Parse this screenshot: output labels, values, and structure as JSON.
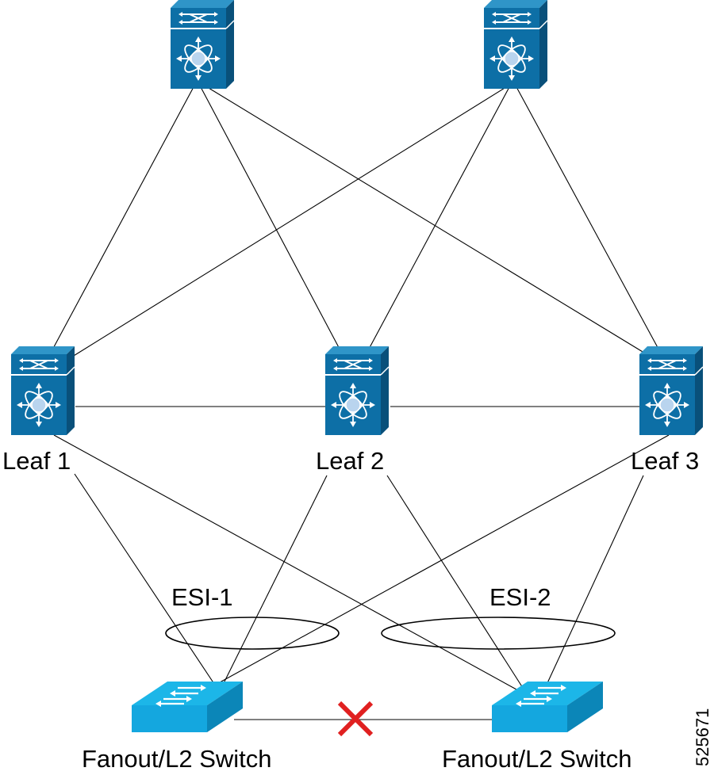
{
  "colors": {
    "switch_front": "#0d6fa6",
    "switch_top": "#2f95c8",
    "switch_side": "#09507a",
    "l2_top": "#1cb6e8",
    "l2_front": "#14a7df",
    "l2_side": "#0b86b8",
    "failure_mark": "#e02020",
    "line": "#000000"
  },
  "spines": [
    {
      "id": "spine-1",
      "label": ""
    },
    {
      "id": "spine-2",
      "label": ""
    }
  ],
  "leaves": [
    {
      "id": "leaf-1",
      "label": "Leaf 1"
    },
    {
      "id": "leaf-2",
      "label": "Leaf 2"
    },
    {
      "id": "leaf-3",
      "label": "Leaf 3"
    }
  ],
  "fanouts": [
    {
      "id": "fanout-1",
      "label": "Fanout/L2 Switch"
    },
    {
      "id": "fanout-2",
      "label": "Fanout/L2 Switch"
    }
  ],
  "esi": [
    {
      "id": "esi-1",
      "label": "ESI-1"
    },
    {
      "id": "esi-2",
      "label": "ESI-2"
    }
  ],
  "figure_id": "525671",
  "links": [
    [
      "spine-1",
      "leaf-1"
    ],
    [
      "spine-1",
      "leaf-2"
    ],
    [
      "spine-1",
      "leaf-3"
    ],
    [
      "spine-2",
      "leaf-1"
    ],
    [
      "spine-2",
      "leaf-2"
    ],
    [
      "spine-2",
      "leaf-3"
    ],
    [
      "leaf-1",
      "leaf-2"
    ],
    [
      "leaf-2",
      "leaf-3"
    ],
    [
      "leaf-1",
      "fanout-1"
    ],
    [
      "leaf-1",
      "fanout-2"
    ],
    [
      "leaf-2",
      "fanout-1"
    ],
    [
      "leaf-2",
      "fanout-2"
    ],
    [
      "leaf-3",
      "fanout-1"
    ],
    [
      "leaf-3",
      "fanout-2"
    ],
    [
      "fanout-1",
      "fanout-2"
    ]
  ],
  "failed_link": [
    "fanout-1",
    "fanout-2"
  ],
  "icons": {
    "spine": "nexus-switch-icon",
    "leaf": "nexus-switch-icon",
    "fanout": "l2-switch-icon",
    "failure": "red-x-icon"
  }
}
